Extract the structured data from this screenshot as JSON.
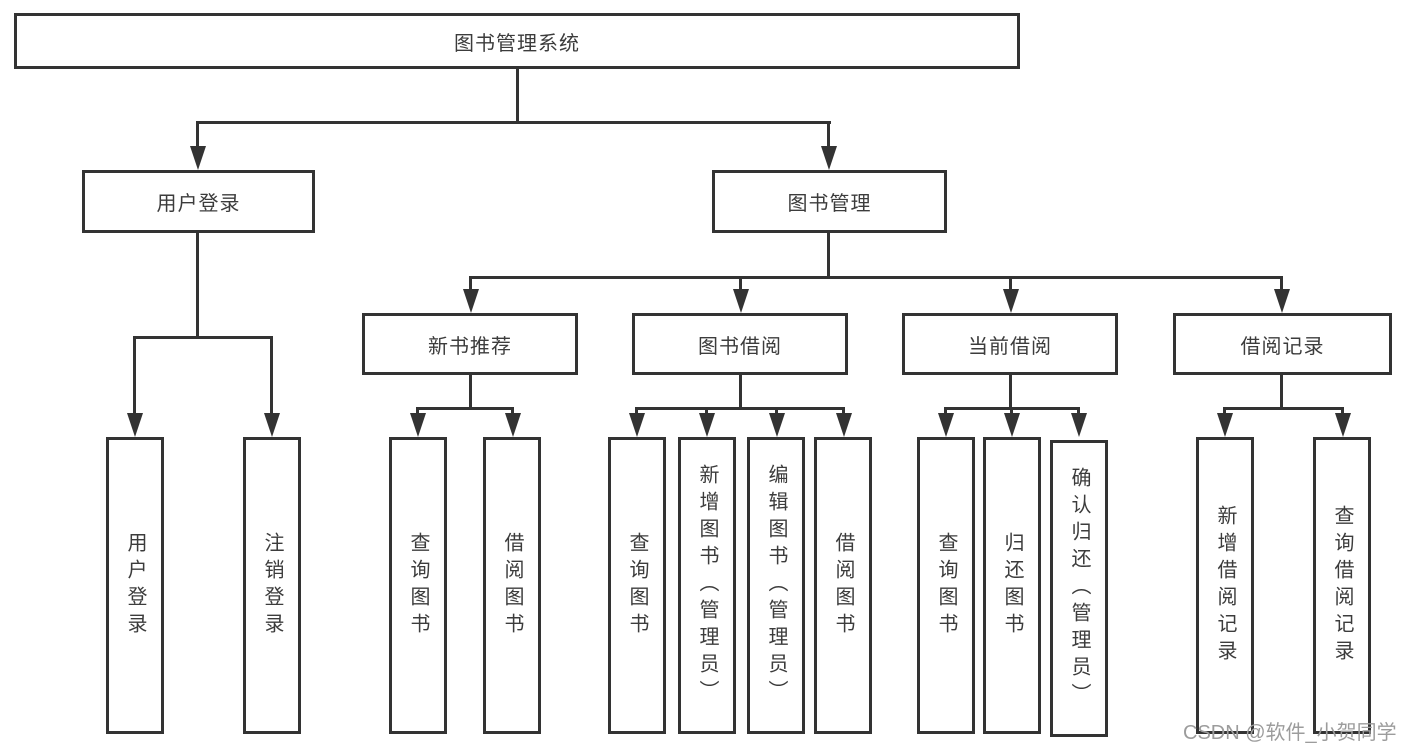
{
  "tree": {
    "label": "图书管理系统",
    "children": [
      {
        "label": "用户登录",
        "children": [
          {
            "label": "用户登录"
          },
          {
            "label": "注销登录"
          }
        ]
      },
      {
        "label": "图书管理",
        "children": [
          {
            "label": "新书推荐",
            "children": [
              {
                "label": "查询图书"
              },
              {
                "label": "借阅图书"
              }
            ]
          },
          {
            "label": "图书借阅",
            "children": [
              {
                "label": "查询图书"
              },
              {
                "label": "新增图书（管理员）"
              },
              {
                "label": "编辑图书（管理员）"
              },
              {
                "label": "借阅图书"
              }
            ]
          },
          {
            "label": "当前借阅",
            "children": [
              {
                "label": "查询图书"
              },
              {
                "label": "归还图书"
              },
              {
                "label": "确认归还（管理员）"
              }
            ]
          },
          {
            "label": "借阅记录",
            "children": [
              {
                "label": "新增借阅记录"
              },
              {
                "label": "查询借阅记录"
              }
            ]
          }
        ]
      }
    ]
  },
  "watermark": "CSDN @软件_小贺同学",
  "colors": {
    "line": "#333333",
    "box_border": "#333333",
    "box_fill": "#ffffff",
    "text": "#3c3c3c",
    "watermark_text": "#9c9c9c",
    "background": "#ffffff"
  }
}
